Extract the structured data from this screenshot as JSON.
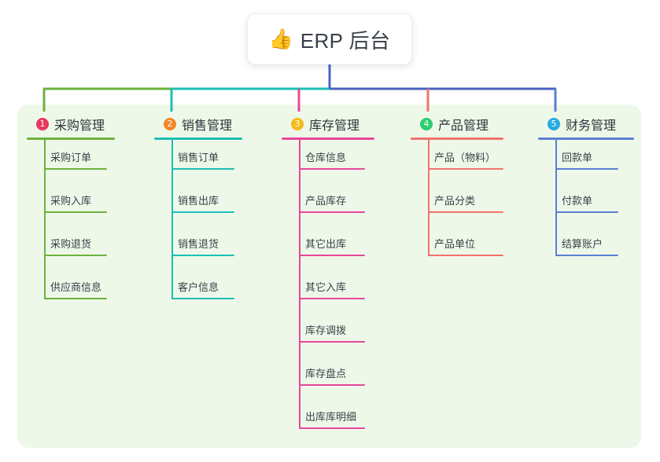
{
  "root": {
    "icon": "thumbs-up-icon",
    "emoji": "👍",
    "title": "ERP 后台"
  },
  "palette": {
    "panel_bg": "#eef8e9",
    "trunk": "#4a63c0",
    "text": "#3b4048"
  },
  "columns": [
    {
      "index": "1",
      "title": "采购管理",
      "badge_color": "#e8395e",
      "line_color": "#6cb23f",
      "items": [
        "采购订单",
        "采购入库",
        "采购退货",
        "供应商信息"
      ]
    },
    {
      "index": "2",
      "title": "销售管理",
      "badge_color": "#f0892a",
      "line_color": "#1cbfb4",
      "items": [
        "销售订单",
        "销售出库",
        "销售退货",
        "客户信息"
      ]
    },
    {
      "index": "3",
      "title": "库存管理",
      "badge_color": "#f5b919",
      "line_color": "#e8489b",
      "items": [
        "仓库信息",
        "产品库存",
        "其它出库",
        "其它入库",
        "库存调拨",
        "库存盘点",
        "出库库明细"
      ]
    },
    {
      "index": "4",
      "title": "产品管理",
      "badge_color": "#2ecc71",
      "line_color": "#f2736b",
      "items": [
        "产品（物料）",
        "产品分类",
        "产品单位"
      ]
    },
    {
      "index": "5",
      "title": "财务管理",
      "badge_color": "#29abe2",
      "line_color": "#5b7fd4",
      "items": [
        "回款单",
        "付款单",
        "结算账户"
      ]
    }
  ]
}
